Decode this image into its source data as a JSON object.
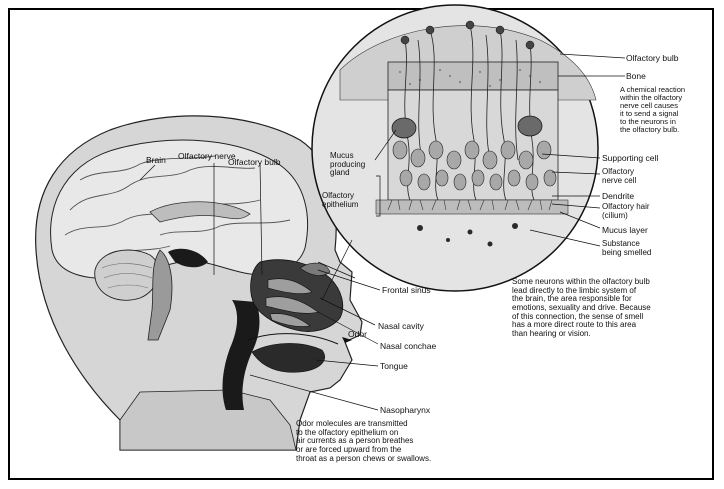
{
  "labels": {
    "olfactory_bulb_top": "Olfactory bulb",
    "bone": "Bone",
    "chemical_reaction": "A chemical reaction\nwithin the olfactory\nnerve cell causes\nit to send a signal\nto the neurons in\nthe olfactory bulb.",
    "mucus_gland": "Mucus\nproducing\ngland",
    "olfactory_epithelium": "Olfactory\nepithelium",
    "supporting_cell": "Supporting cell",
    "olfactory_nerve_cell": "Olfactory\nnerve cell",
    "dendrite": "Dendrite",
    "olfactory_hair": "Olfactory hair\n(cilium)",
    "mucus_layer": "Mucus layer",
    "substance": "Substance\nbeing smelled",
    "olfactory_nerve": "Olfactory nerve",
    "brain": "Brain",
    "olfactory_bulb_main": "Olfactory bulb",
    "frontal_sinus": "Frontal sinus",
    "nasal_cavity": "Nasal cavity",
    "odor": "Odor",
    "nasal_conchae": "Nasal conchae",
    "tongue": "Tongue",
    "nasopharynx": "Nasopharynx"
  },
  "notes": {
    "limbic": "Some neurons within the olfactory bulb\nlead directly to the limbic system of\nthe brain, the area responsible for\nemotions, sexuality and drive. Because\nof this connection, the sense of smell\nhas a more direct route to this area\nthan hearing or vision.",
    "odor_molecules": "Odor molecules are transmitted\nto the olfactory epithelium on\nair currents as a person breathes\nor are forced upward from the\nthroat as a person chews or swallows."
  },
  "colors": {
    "skin": "#d6d6d6",
    "brain": "#e8e8e8",
    "dark": "#1a1a1a",
    "line": "#222222"
  }
}
